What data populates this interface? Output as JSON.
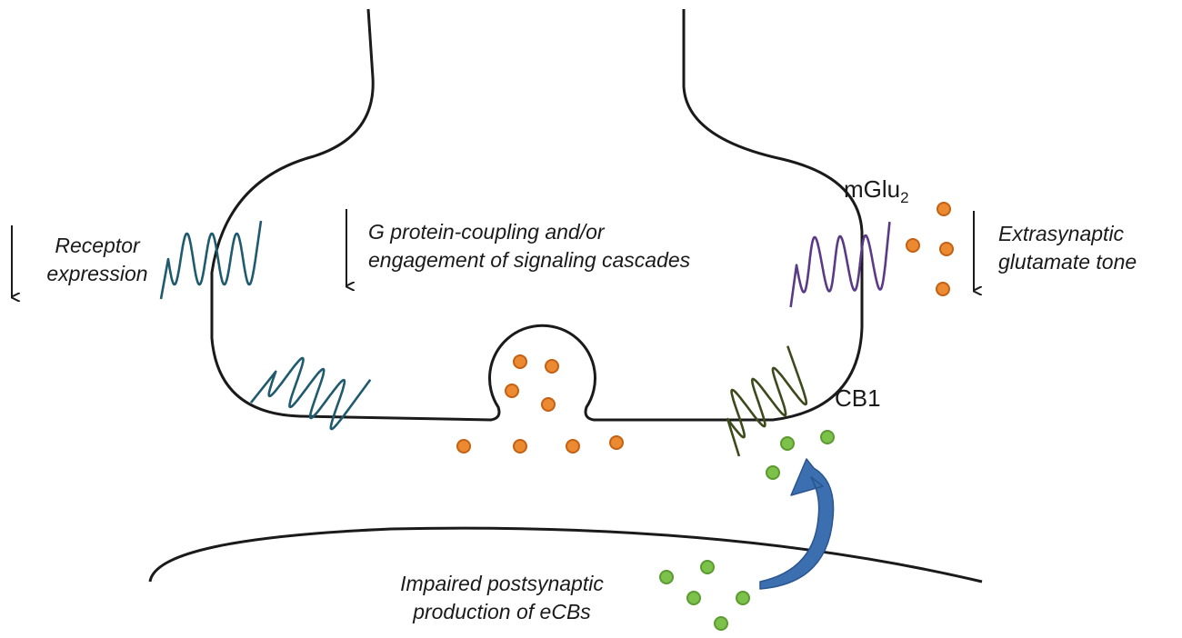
{
  "labels": {
    "receptor_expression": [
      "Receptor",
      "expression"
    ],
    "g_protein": [
      "G protein-coupling and/or",
      "engagement of signaling cascades"
    ],
    "mglu2": {
      "main": "mGlu",
      "sub": "2"
    },
    "extrasynaptic": [
      "Extrasynaptic",
      "glutamate tone"
    ],
    "cb1": "CB1",
    "impaired": [
      "Impaired postsynaptic",
      "production of eCBs"
    ]
  },
  "colors": {
    "outline": "#1a1a1a",
    "receptor_teal": "#1f5a6e",
    "mglu2_receptor": "#5a3a86",
    "cb1_receptor": "#3d4a1c",
    "glutamate_fill": "#ec8a32",
    "glutamate_stroke": "#c46012",
    "ecb_fill": "#7cc24a",
    "ecb_stroke": "#5a9a30",
    "arrow_blue": "#3b6fb0"
  },
  "icons": [
    "down-arrow-icon",
    "curved-arrow-icon",
    "coil-receptor-icon"
  ]
}
